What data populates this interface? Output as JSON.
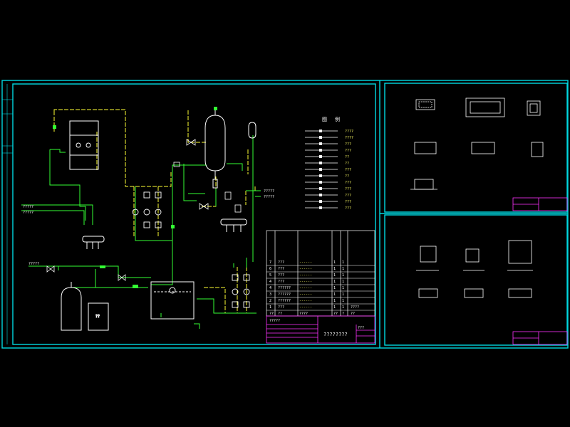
{
  "colors": {
    "background": "#000000",
    "sheet_border": "#00d8e0",
    "pipe_yellow": "#ffff33",
    "pipe_green": "#33ff33",
    "equipment": "#ffffff",
    "titleblock": "#ff33ff"
  },
  "legend": {
    "header": [
      "图",
      "例"
    ],
    "rows": [
      {
        "label": "????"
      },
      {
        "label": "????"
      },
      {
        "label": "???"
      },
      {
        "label": "???"
      },
      {
        "label": "??"
      },
      {
        "label": "??"
      },
      {
        "label": "???"
      },
      {
        "label": "??"
      },
      {
        "label": "???"
      },
      {
        "label": "???"
      },
      {
        "label": "???"
      },
      {
        "label": "???"
      },
      {
        "label": "???"
      }
    ]
  },
  "inlet_labels": {
    "left_1": "?????",
    "left_2": "?????",
    "left_3": "?????",
    "right_1": "?????",
    "right_2": "?????"
  },
  "equipment_labels": {
    "softener_box": "??"
  },
  "bom": {
    "rows": [
      [
        "7",
        "???",
        "------",
        "1",
        "1",
        ""
      ],
      [
        "6",
        "???",
        "------",
        "1",
        "1",
        ""
      ],
      [
        "5",
        "???",
        "------",
        "1",
        "1",
        ""
      ],
      [
        "4",
        "???",
        "------",
        "1",
        "1",
        ""
      ],
      [
        "4",
        "??????",
        "------",
        "1",
        "1",
        ""
      ],
      [
        "3",
        "??????",
        "------",
        "1",
        "1",
        ""
      ],
      [
        "2",
        "??????",
        "------",
        "1",
        "1",
        ""
      ],
      [
        "1",
        "???",
        "------",
        "1",
        "1",
        "????"
      ]
    ],
    "header": [
      "??",
      "??",
      "????",
      "??",
      "?",
      "??"
    ]
  },
  "title_block": {
    "main_title": "????????",
    "sub_title": "???",
    "left_sheet_caption": "?????"
  }
}
